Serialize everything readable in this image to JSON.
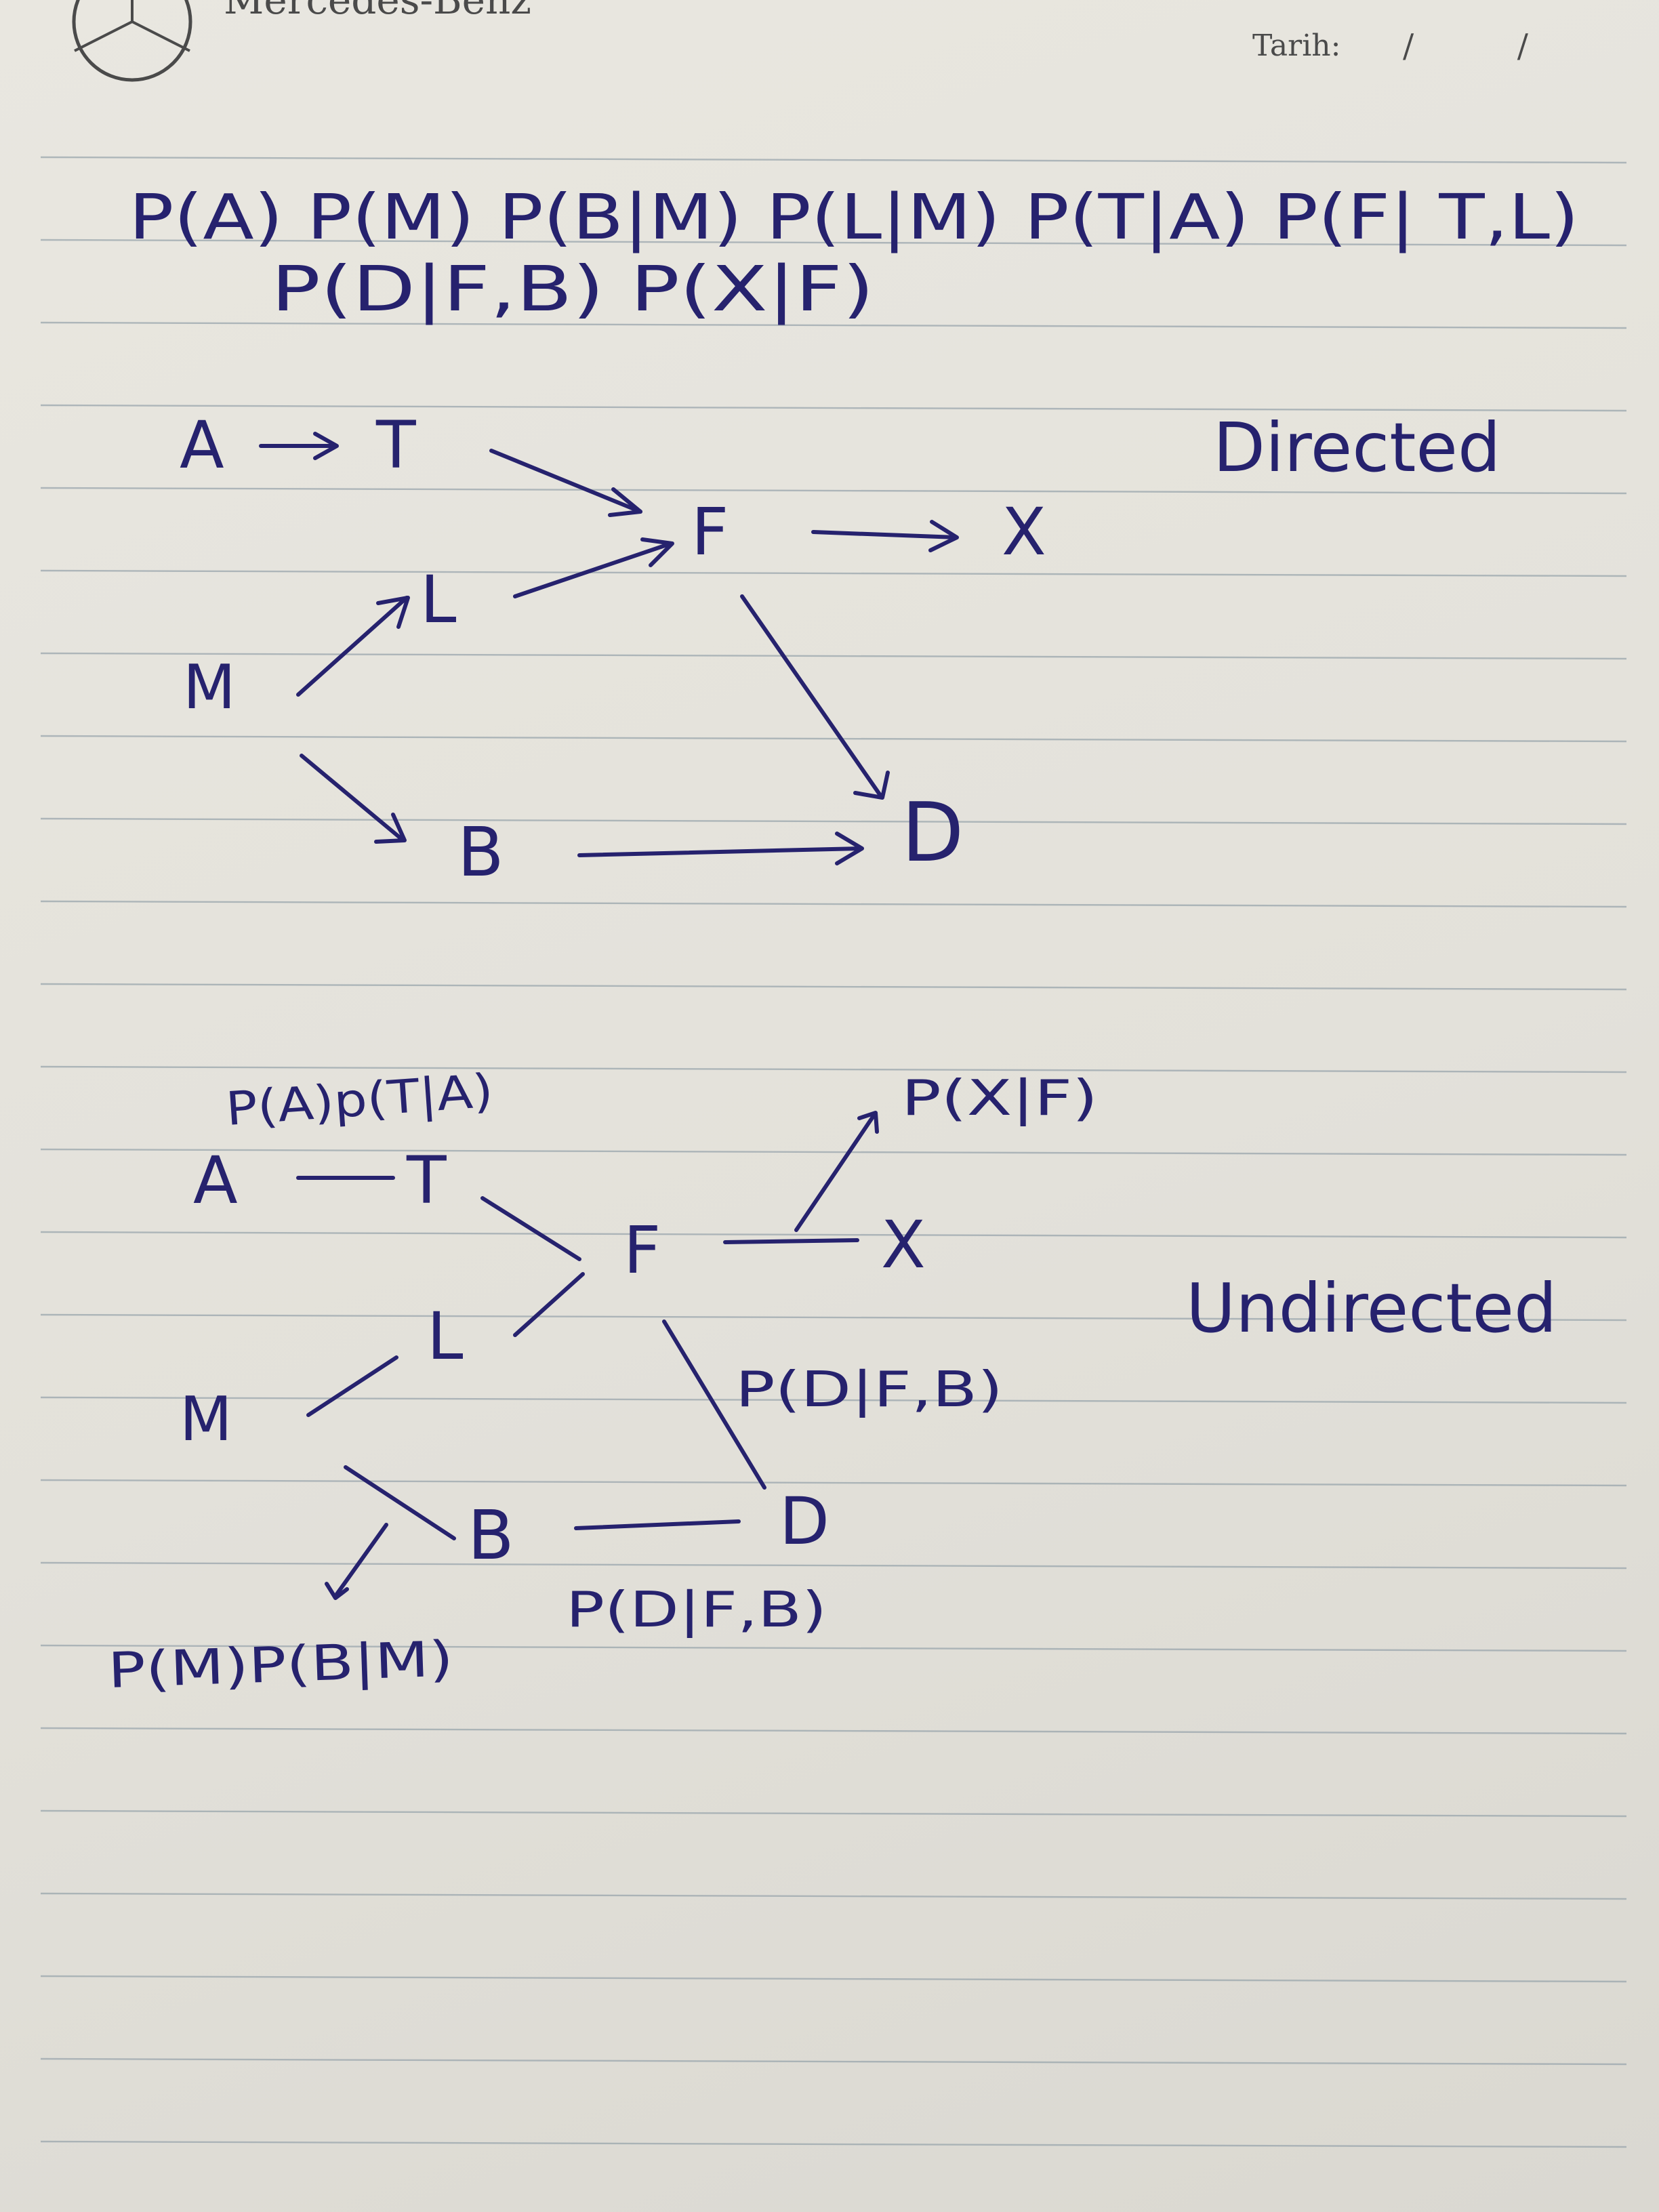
{
  "header": {
    "brand": "Mercedes-Benz",
    "date_label": "Tarih:",
    "date_separators": "/          /"
  },
  "factorization": {
    "line1": "P(A) P(M) P(B|M) P(L|M) P(T|A) P(F| T,L)",
    "line2": "P(D|F,B) P(X|F)"
  },
  "directed": {
    "title": "Directed",
    "nodes": [
      "A",
      "T",
      "F",
      "X",
      "L",
      "M",
      "B",
      "D"
    ],
    "edges": [
      [
        "A",
        "T"
      ],
      [
        "T",
        "F"
      ],
      [
        "L",
        "F"
      ],
      [
        "F",
        "X"
      ],
      [
        "M",
        "L"
      ],
      [
        "M",
        "B"
      ],
      [
        "F",
        "D"
      ],
      [
        "B",
        "D"
      ]
    ]
  },
  "undirected": {
    "title": "Undirected",
    "nodes": [
      "A",
      "T",
      "F",
      "X",
      "L",
      "M",
      "B",
      "D"
    ],
    "edges": [
      [
        "A",
        "T"
      ],
      [
        "T",
        "F"
      ],
      [
        "L",
        "F"
      ],
      [
        "F",
        "X"
      ],
      [
        "M",
        "L"
      ],
      [
        "M",
        "B"
      ],
      [
        "F",
        "D"
      ],
      [
        "B",
        "D"
      ]
    ],
    "annotations": {
      "at": "P(A)p(T|A)",
      "fx": "P(X|F)",
      "fd": "P(D|F,B)",
      "bd": "P(D|F,B)",
      "mb": "P(M)P(B|M)"
    }
  },
  "colors": {
    "ink": "#26226e",
    "paper": "#e6e4dd",
    "ruled_line": "#9aa6ad"
  }
}
